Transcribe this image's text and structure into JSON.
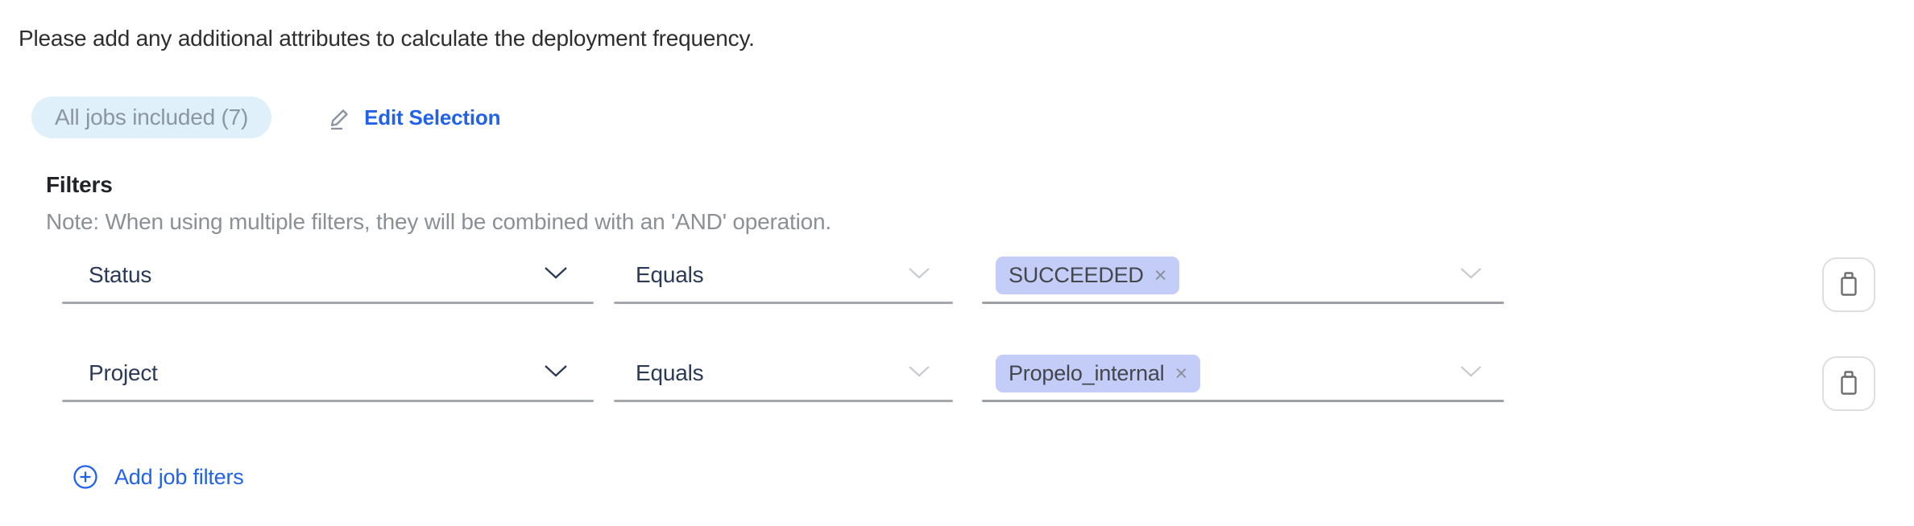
{
  "intro": "Please add any additional attributes to calculate the deployment frequency.",
  "jobs_summary": {
    "badge_label": "All jobs included (7)",
    "edit_button_label": "Edit Selection"
  },
  "filters_section": {
    "heading": "Filters",
    "note": "Note: When using multiple filters, they will be combined with an 'AND' operation.",
    "rows": [
      {
        "attribute": "Status",
        "operator": "Equals",
        "values": [
          {
            "label": "SUCCEEDED"
          }
        ]
      },
      {
        "attribute": "Project",
        "operator": "Equals",
        "values": [
          {
            "label": "Propelo_internal"
          }
        ]
      }
    ],
    "add_button_label": "Add job filters"
  },
  "icons": {
    "edit": "pencil-underline",
    "dropdown": "chevron-down",
    "delete": "trash",
    "add": "plus-circle",
    "remove_value_glyph": "×"
  },
  "colors": {
    "accent_blue": "#2262e6",
    "badge_background": "#dff0fb",
    "badge_text": "#8c96a3",
    "value_tag_background": "#c4cdf8",
    "select_text": "#2b3a55",
    "note_text": "#8c9095",
    "underline": "#a5a8ad"
  }
}
